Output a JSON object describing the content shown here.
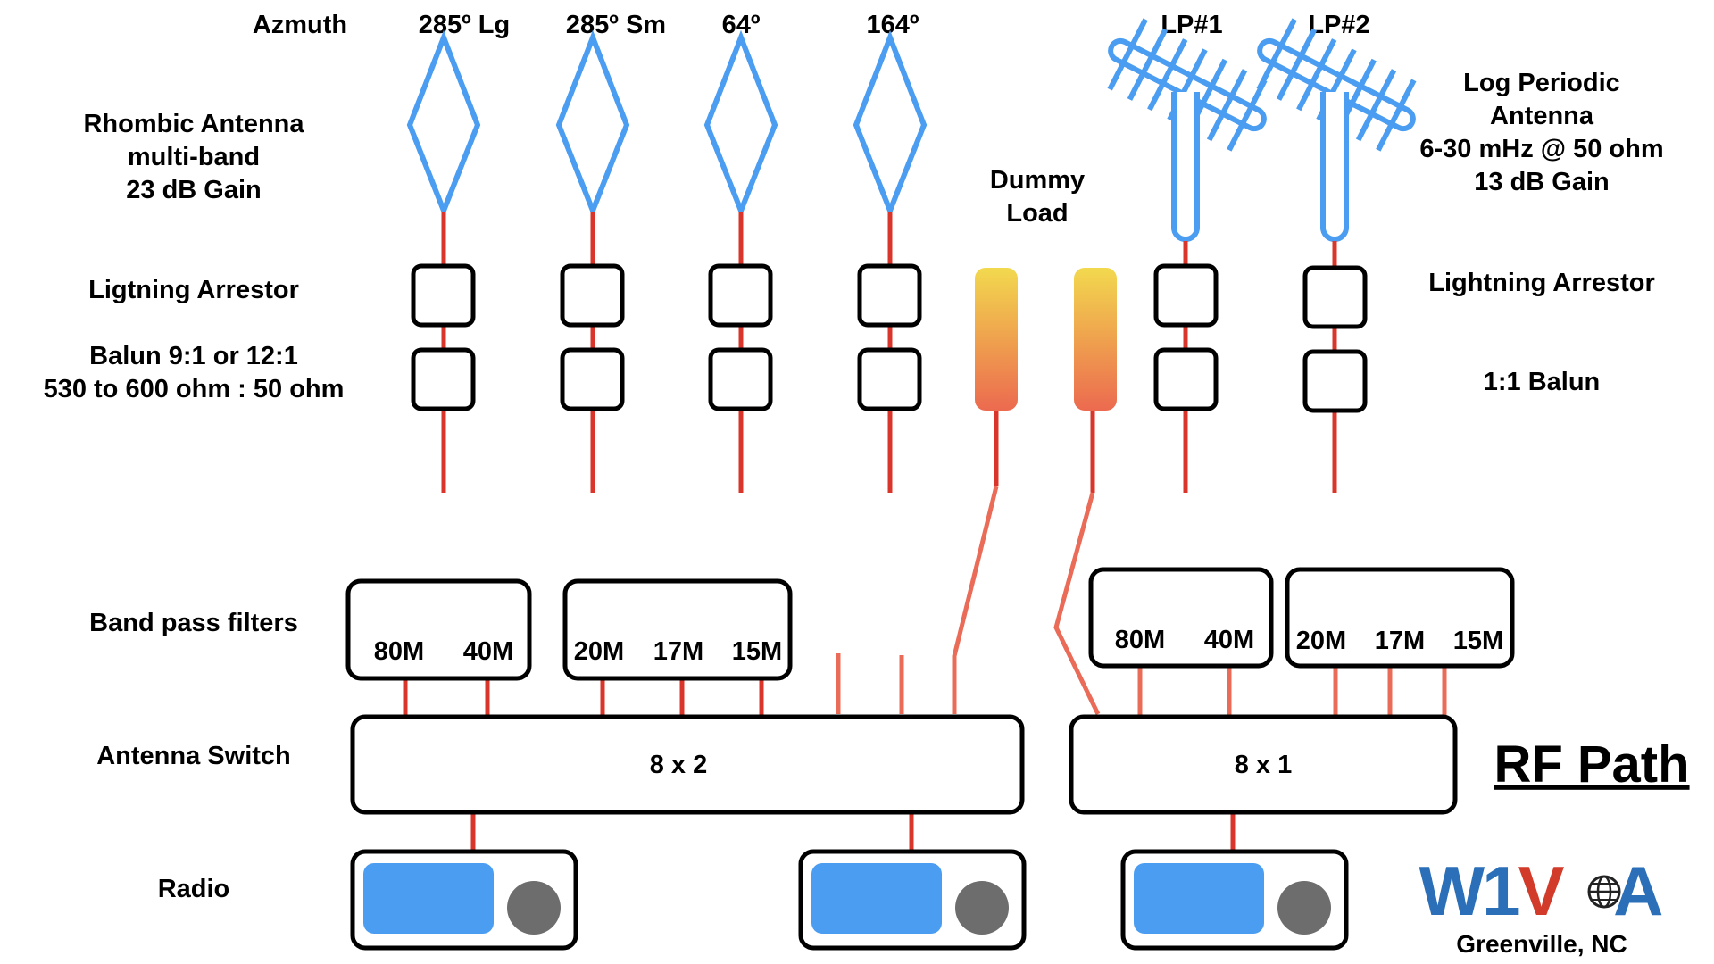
{
  "row_labels": {
    "azimuth": "Azmuth",
    "rhombic": [
      "Rhombic Antenna",
      "multi-band",
      "23 dB Gain"
    ],
    "arrestor_left": "Ligtning Arrestor",
    "balun_left": [
      "Balun 9:1 or 12:1",
      "530 to 600 ohm : 50 ohm"
    ],
    "band_pass": "Band pass filters",
    "antenna_switch": "Antenna Switch",
    "radio": "Radio",
    "log_periodic": [
      "Log Periodic",
      "Antenna",
      "6-30 mHz @ 50 ohm",
      "13 dB Gain"
    ],
    "dummy_load": [
      "Dummy",
      "Load"
    ],
    "arrestor_right": "Lightning Arrestor",
    "balun_right": "1:1 Balun"
  },
  "antennas": {
    "rhombic": [
      "285º Lg",
      "285º Sm",
      "64º",
      "164º"
    ],
    "log_periodic": [
      "LP#1",
      "LP#2"
    ]
  },
  "filters": {
    "left_low": [
      "80M",
      "40M"
    ],
    "left_high": [
      "20M",
      "17M",
      "15M"
    ],
    "right_low": [
      "80M",
      "40M"
    ],
    "right_high": [
      "20M",
      "17M",
      "15M"
    ]
  },
  "switches": {
    "left": "8 x 2",
    "right": "8 x 1"
  },
  "title": "RF Path",
  "logo": {
    "callsign": "W1VOA",
    "location": "Greenville, NC"
  },
  "colors": {
    "antenna_blue": "#4a9df0",
    "coax_red": "#d9352a",
    "coax_salmon": "#ea6b57",
    "dummy_load_top": "#f2d94e",
    "dummy_load_bottom": "#ec6a4f",
    "radio_display": "#4a9df0",
    "radio_knob": "#6d6d6d",
    "logo_blue": "#2b6fb8",
    "logo_red": "#d23a2a"
  }
}
